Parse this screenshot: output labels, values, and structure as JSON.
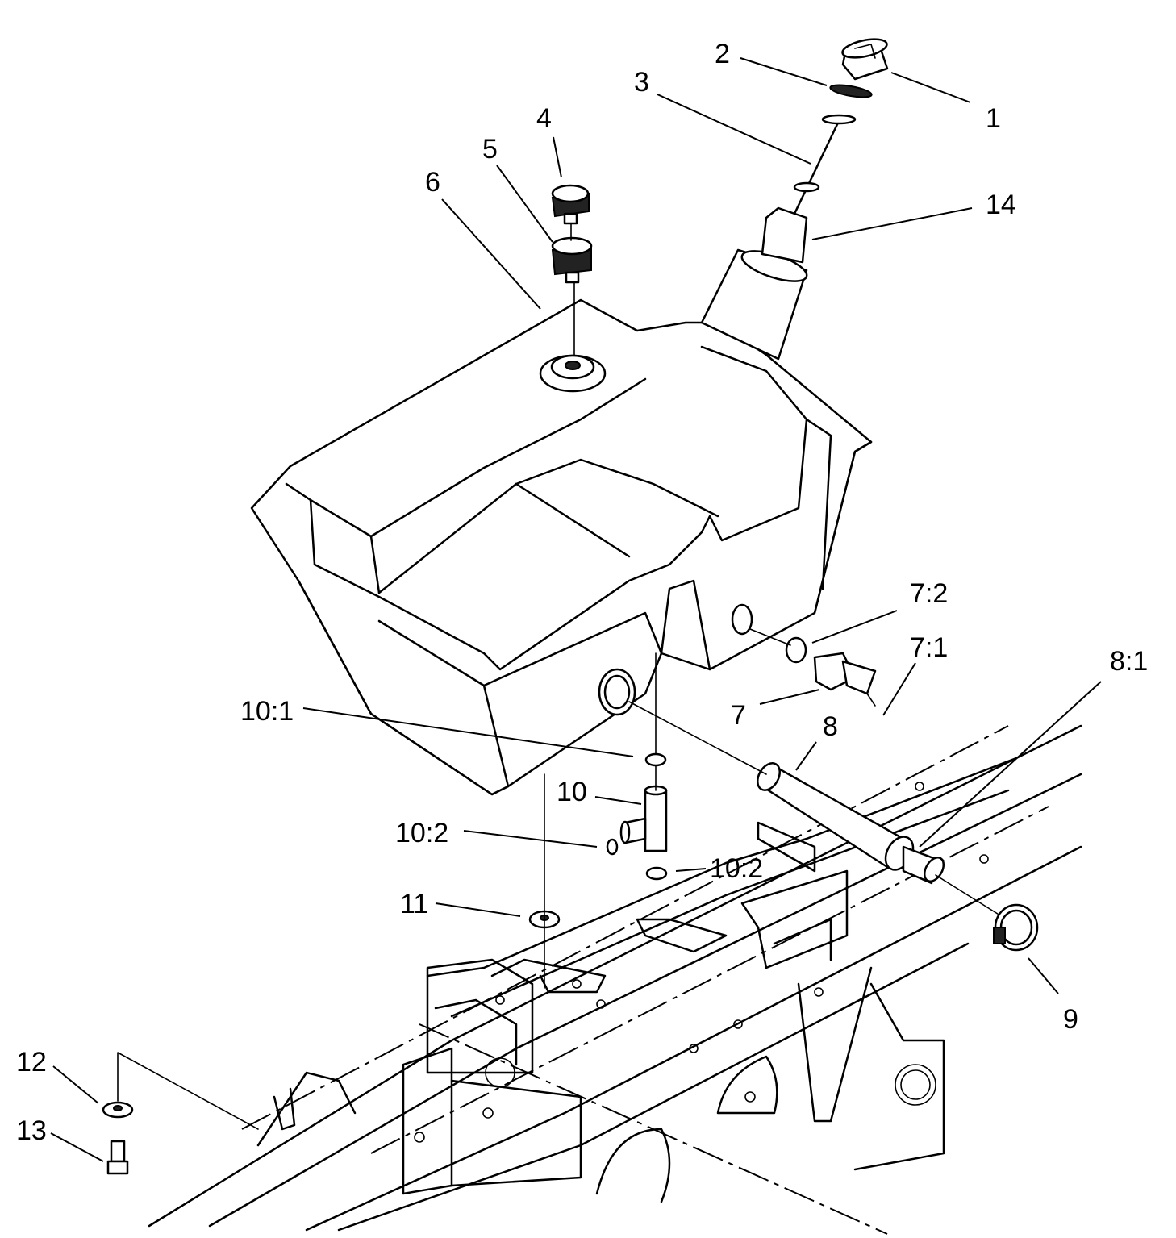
{
  "diagram": {
    "callouts": [
      {
        "id": "1",
        "text": "1"
      },
      {
        "id": "2",
        "text": "2"
      },
      {
        "id": "3",
        "text": "3"
      },
      {
        "id": "4",
        "text": "4"
      },
      {
        "id": "5",
        "text": "5"
      },
      {
        "id": "6",
        "text": "6"
      },
      {
        "id": "14",
        "text": "14"
      },
      {
        "id": "7-2",
        "text": "7:2"
      },
      {
        "id": "7-1",
        "text": "7:1"
      },
      {
        "id": "7",
        "text": "7"
      },
      {
        "id": "8-1",
        "text": "8:1"
      },
      {
        "id": "8",
        "text": "8"
      },
      {
        "id": "10-1",
        "text": "10:1"
      },
      {
        "id": "10",
        "text": "10"
      },
      {
        "id": "10-2a",
        "text": "10:2"
      },
      {
        "id": "10-2b",
        "text": "10:2"
      },
      {
        "id": "11",
        "text": "11"
      },
      {
        "id": "9",
        "text": "9"
      },
      {
        "id": "12",
        "text": "12"
      },
      {
        "id": "13",
        "text": "13"
      }
    ]
  }
}
